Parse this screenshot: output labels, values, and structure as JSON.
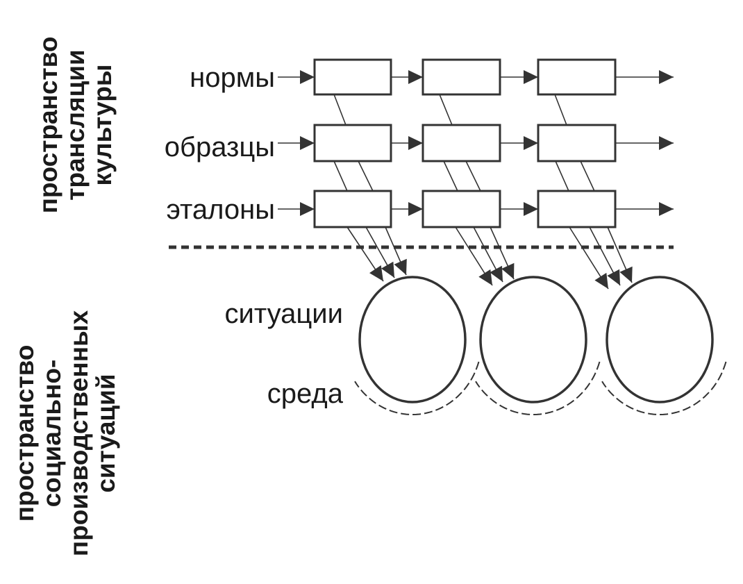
{
  "side_labels": {
    "culture_space": [
      "пространство",
      "трансляции",
      "культуры"
    ],
    "situations_space": [
      "пространство",
      "социально-",
      "производственных",
      "ситуаций"
    ]
  },
  "rows": [
    {
      "key": "norms",
      "label": "нормы"
    },
    {
      "key": "samples",
      "label": "образцы"
    },
    {
      "key": "standards",
      "label": "эталоны"
    }
  ],
  "situation_label": "ситуации",
  "environment_label": "среда",
  "column_count": 3,
  "colors": {
    "stroke": "#333333",
    "text": "#1a1a1a",
    "background": "#ffffff"
  }
}
